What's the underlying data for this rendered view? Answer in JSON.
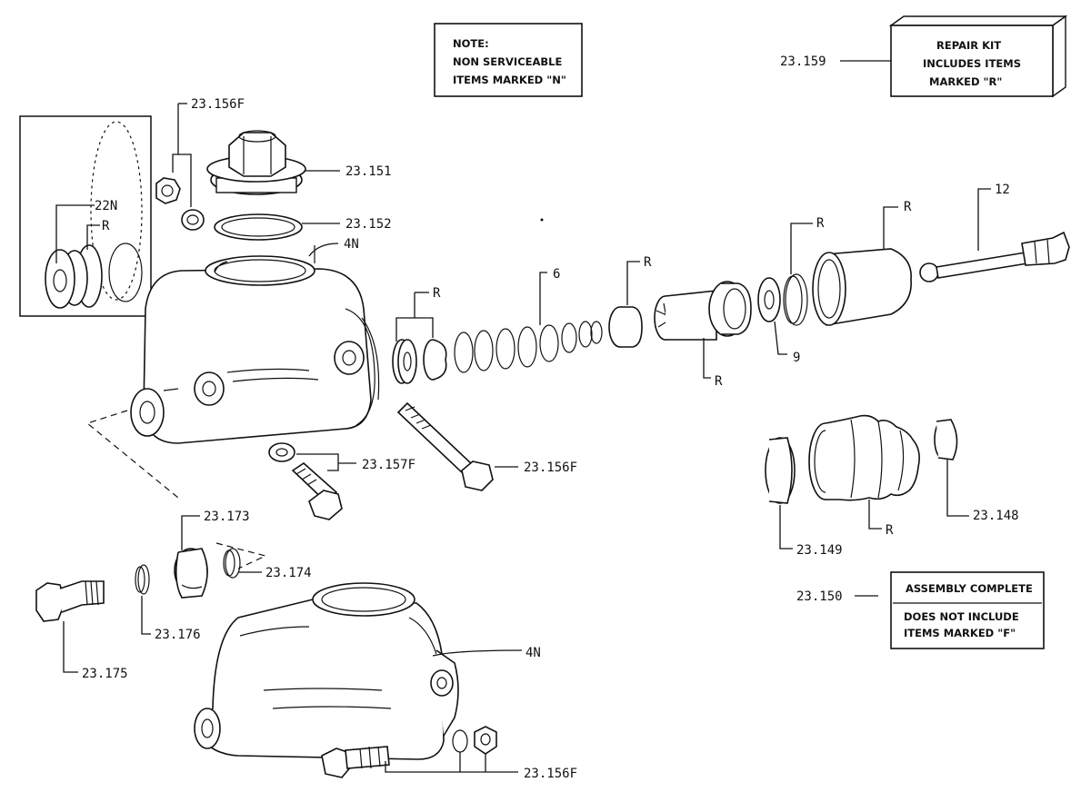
{
  "note_box": {
    "line1": "NOTE:",
    "line2": "NON SERVICEABLE",
    "line3": "ITEMS MARKED \"N\""
  },
  "repair_kit": {
    "number": "23.159",
    "line1": "REPAIR KIT",
    "line2": "INCLUDES ITEMS",
    "line3": "MARKED \"R\""
  },
  "assembly": {
    "number": "23.150",
    "line1": "ASSEMBLY COMPLETE",
    "line2": "DOES NOT INCLUDE",
    "line3": "ITEMS MARKED \"F\""
  },
  "labels": {
    "l_23_156f_top": "23.156F",
    "l_23_151": "23.151",
    "l_23_152": "23.152",
    "l_4n_top": "4N",
    "l_22n": "22N",
    "l_r_inset": "R",
    "l_r_cups": "R",
    "l_6": "6",
    "l_r_seal": "R",
    "l_r_piston": "R",
    "l_r_circlip": "R",
    "l_r_boot": "R",
    "l_12": "12",
    "l_9": "9",
    "l_23_157f": "23.157F",
    "l_23_156f_mid": "23.156F",
    "l_23_173": "23.173",
    "l_23_174": "23.174",
    "l_23_176": "23.176",
    "l_23_175": "23.175",
    "l_4n_bottom": "4N",
    "l_23_156f_bottom": "23.156F",
    "l_23_149": "23.149",
    "l_r_boot2": "R",
    "l_23_148": "23.148"
  }
}
